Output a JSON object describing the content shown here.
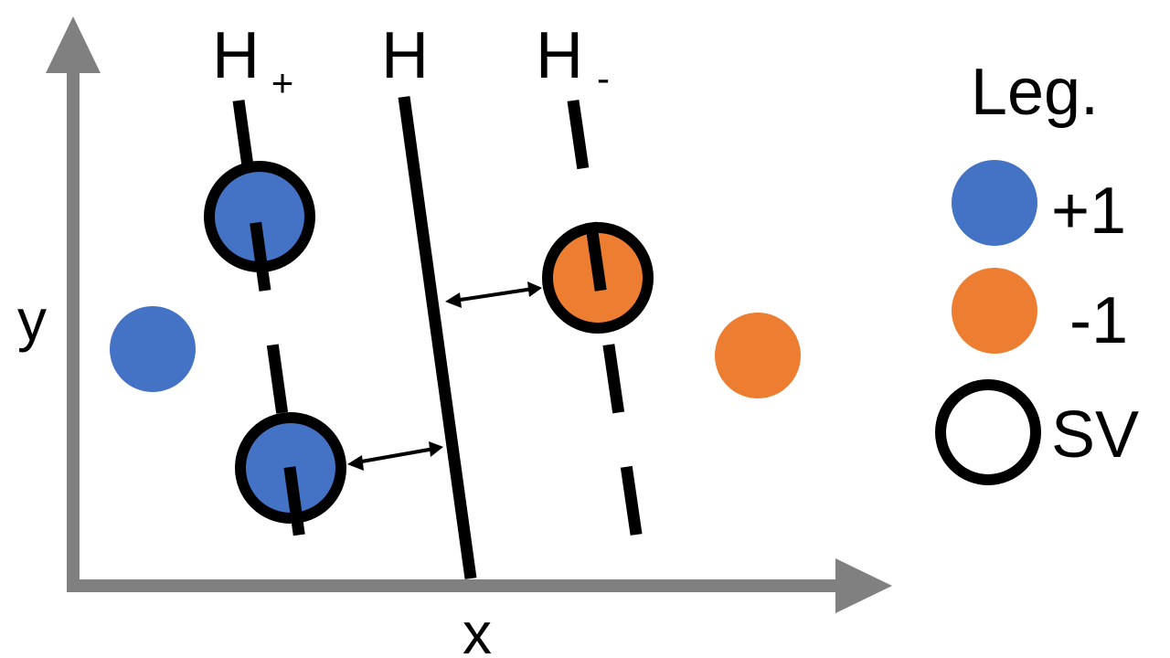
{
  "axes": {
    "x_label": "x",
    "y_label": "y",
    "color": "#808080"
  },
  "hyperplanes": {
    "h_plus": {
      "base": "H",
      "sub": "+"
    },
    "h": {
      "label": "H"
    },
    "h_minus": {
      "base": "H",
      "sub": "-"
    }
  },
  "legend": {
    "title": "Leg.",
    "positive_label": "+1",
    "negative_label": "-1",
    "sv_label": "SV"
  },
  "colors": {
    "positive": "#4472C4",
    "negative": "#ED7D31",
    "line": "#000000"
  },
  "points": [
    {
      "class": "+1",
      "support_vector": true
    },
    {
      "class": "+1",
      "support_vector": false
    },
    {
      "class": "+1",
      "support_vector": true
    },
    {
      "class": "-1",
      "support_vector": true
    },
    {
      "class": "-1",
      "support_vector": false
    }
  ]
}
